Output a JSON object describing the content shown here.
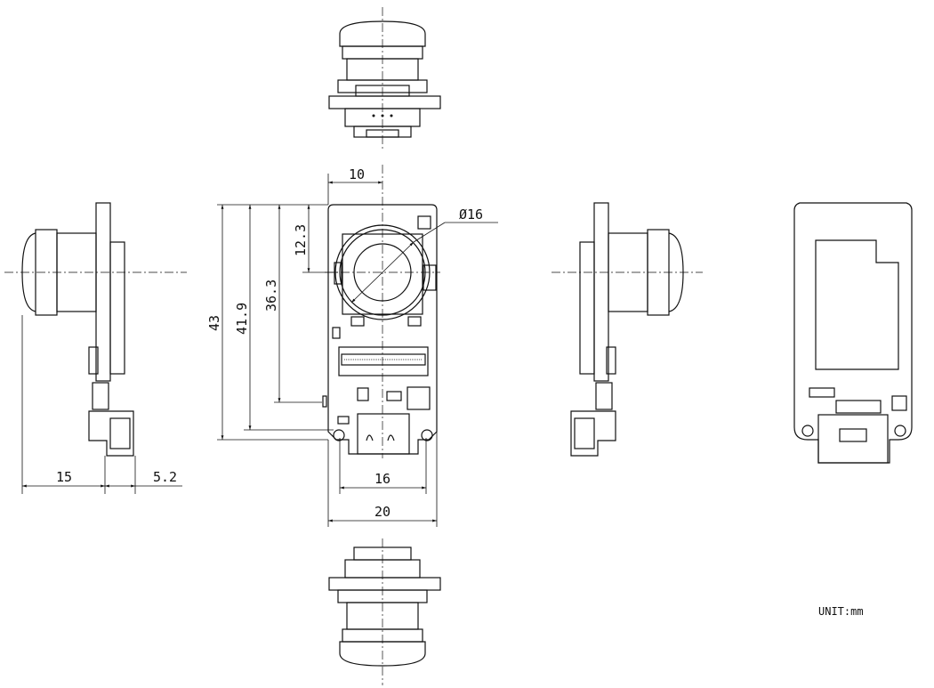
{
  "dimensions": {
    "top_offset": "10",
    "lens_diameter": "Ø16",
    "lens_center_height": "12.3",
    "total_height": "43",
    "mount_hole_height": "41.9",
    "side_feature_height": "36.3",
    "lens_depth": "15",
    "connector_depth": "5.2",
    "hole_spacing": "16",
    "board_width": "20"
  },
  "unit_label": "UNIT:mm"
}
